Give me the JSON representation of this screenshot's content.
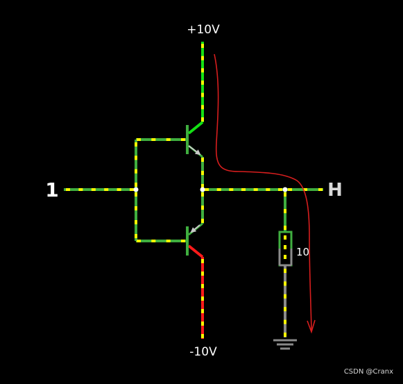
{
  "labels": {
    "vplus": "+10V",
    "vminus": "-10V",
    "input": "1",
    "output": "H",
    "resistor": "10"
  },
  "watermark": "CSDN @Cranx",
  "colors": {
    "background": "#000000",
    "wire_green": "#3fae3f",
    "wire_bright": "#14e014",
    "wire_red": "#ff1a1a",
    "wire_gray": "#8a8a8a",
    "current_dot": "#ffff00",
    "node": "#ffffff",
    "annotation": "#d81e1e",
    "text": "#ffffff"
  },
  "icons": [
    "npn-transistor-icon",
    "pnp-transistor-icon",
    "resistor-icon",
    "ground-icon",
    "current-flow-arrow-icon"
  ]
}
